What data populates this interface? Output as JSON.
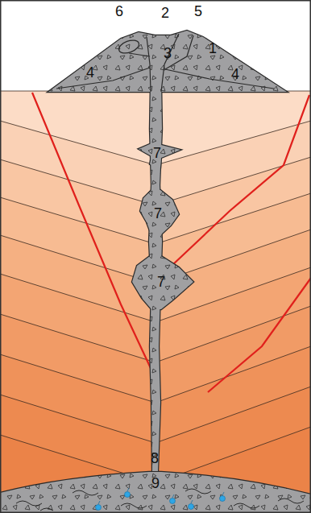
{
  "diagram": {
    "labels": [
      "6",
      "2",
      "5",
      "1",
      "3",
      "4",
      "4",
      "7",
      "7",
      "7",
      "8",
      "9"
    ]
  }
}
